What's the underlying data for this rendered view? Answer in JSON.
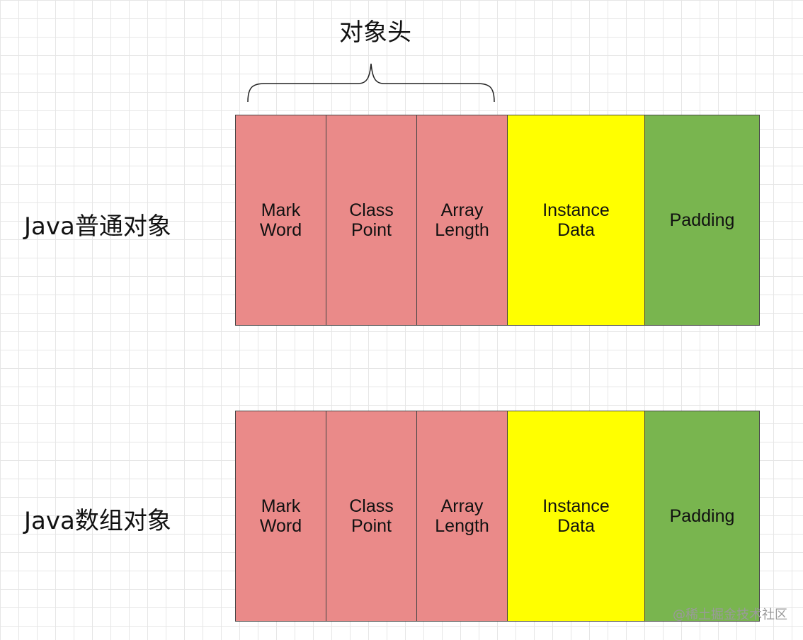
{
  "header": {
    "title": "对象头"
  },
  "colors": {
    "object_header": "#ea8a89",
    "instance_data": "#ffff00",
    "padding": "#79b54f",
    "border": "#444444"
  },
  "rows": [
    {
      "label": "Java普通对象",
      "cells": [
        {
          "text": "Mark\nWord",
          "kind": "object_header"
        },
        {
          "text": "Class\nPoint",
          "kind": "object_header"
        },
        {
          "text": "Array\nLength",
          "kind": "object_header"
        },
        {
          "text": "Instance\nData",
          "kind": "instance_data"
        },
        {
          "text": "Padding",
          "kind": "padding"
        }
      ]
    },
    {
      "label": "Java数组对象",
      "cells": [
        {
          "text": "Mark\nWord",
          "kind": "object_header"
        },
        {
          "text": "Class\nPoint",
          "kind": "object_header"
        },
        {
          "text": "Array\nLength",
          "kind": "object_header"
        },
        {
          "text": "Instance\nData",
          "kind": "instance_data"
        },
        {
          "text": "Padding",
          "kind": "padding"
        }
      ]
    }
  ],
  "watermark": "@稀土掘金技术社区"
}
